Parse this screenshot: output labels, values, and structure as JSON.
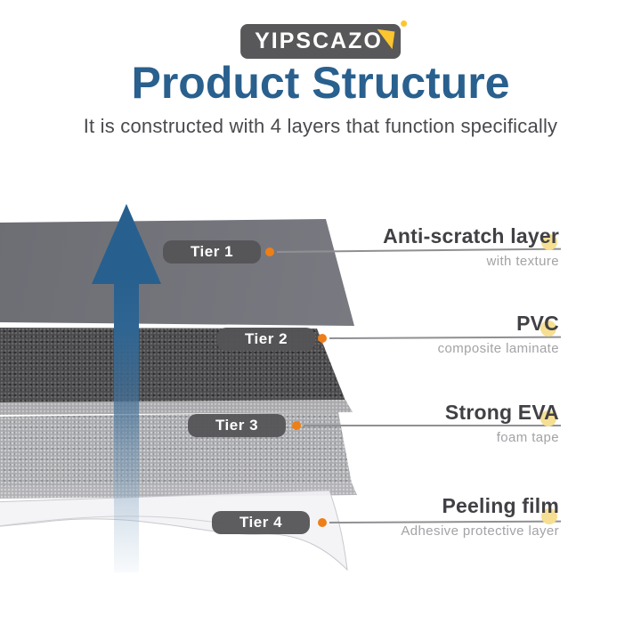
{
  "logo": {
    "text": "YIPSCAZO"
  },
  "header": {
    "title": "Product Structure",
    "subtitle": "It is constructed with 4 layers that function specifically"
  },
  "diagram": {
    "tiers": [
      {
        "pill": "Tier 1",
        "heading": "Anti-scratch layer",
        "sub": "with texture"
      },
      {
        "pill": "Tier 2",
        "heading": "PVC",
        "sub": "composite laminate"
      },
      {
        "pill": "Tier 3",
        "heading": "Strong EVA",
        "sub": "foam tape"
      },
      {
        "pill": "Tier 4",
        "heading": "Peeling film",
        "sub": "Adhesive protective layer"
      }
    ],
    "layer_count": "4"
  },
  "colors": {
    "accent_blue": "#29608e",
    "orange_dot": "#ee7f16",
    "pale_yellow_dot": "#f6df92",
    "pill_gray": "#555558",
    "logo_gray": "#58585a",
    "logo_yellow": "#fdc52e"
  },
  "icons": {
    "up_arrow": "up-arrow",
    "logo_cursor": "cursor-arrow"
  }
}
